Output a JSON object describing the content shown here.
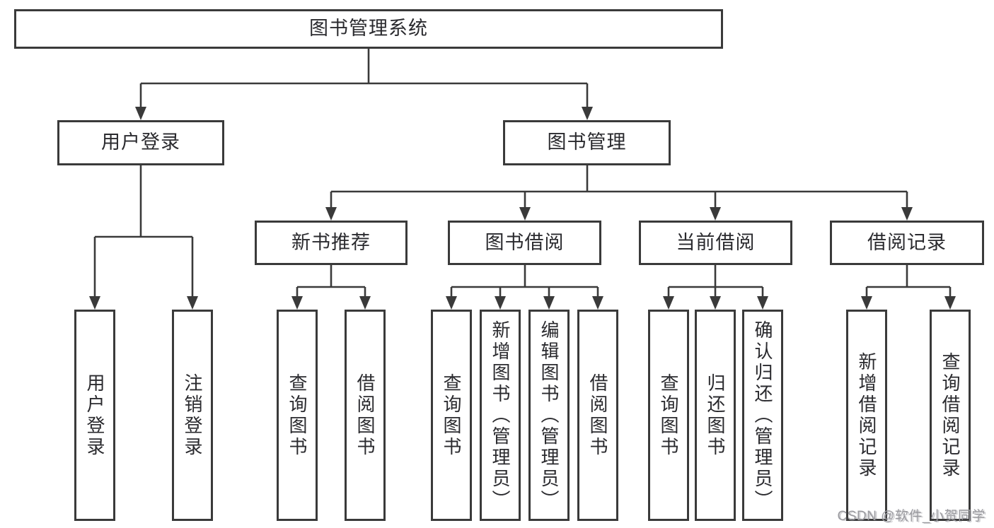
{
  "diagram": {
    "title": "图书管理系统",
    "branches": [
      {
        "label": "用户登录",
        "children": [
          {
            "label": "用户登录"
          },
          {
            "label": "注销登录"
          }
        ]
      },
      {
        "label": "图书管理",
        "children": [
          {
            "label": "新书推荐",
            "children": [
              {
                "label": "查询图书"
              },
              {
                "label": "借阅图书"
              }
            ]
          },
          {
            "label": "图书借阅",
            "children": [
              {
                "label": "查询图书"
              },
              {
                "label": "新增图书（管理员）"
              },
              {
                "label": "编辑图书（管理员）"
              },
              {
                "label": "借阅图书"
              }
            ]
          },
          {
            "label": "当前借阅",
            "children": [
              {
                "label": "查询图书"
              },
              {
                "label": "归还图书"
              },
              {
                "label": "确认归还（管理员）"
              }
            ]
          },
          {
            "label": "借阅记录",
            "children": [
              {
                "label": "新增借阅记录"
              },
              {
                "label": "查询借阅记录"
              }
            ]
          }
        ]
      }
    ]
  },
  "watermark": {
    "text": "CSDN @软件_小贺同学"
  },
  "colors": {
    "line": "#3a3a3a",
    "box_border": "#3a3a3a",
    "box_background": "#ffffff",
    "text": "#2a2a2e",
    "watermark": "#9a9a9f"
  }
}
